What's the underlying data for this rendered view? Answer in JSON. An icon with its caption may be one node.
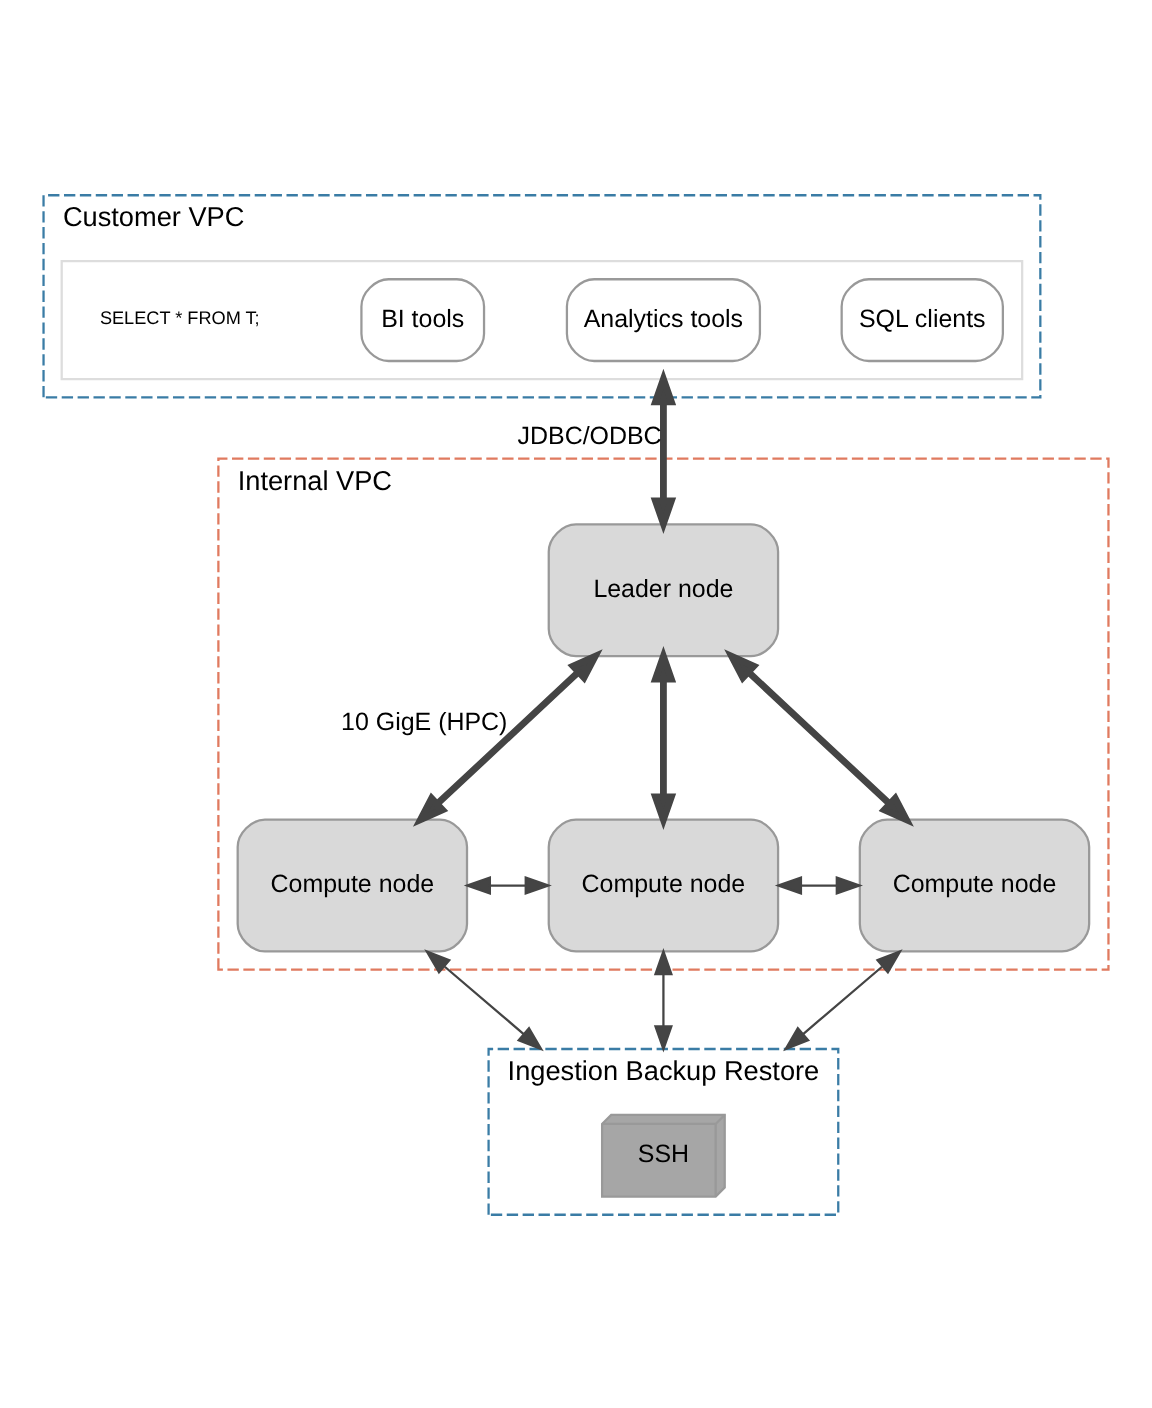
{
  "diagram": {
    "nodes": [
      {
        "text": [
          "Customer VPC"
        ]
      },
      {
        "text": [],
        "shape": "box",
        "in": 0
      },
      {
        "text": [
          "BI tools"
        ],
        "in": 1
      },
      {
        "text": [
          "Analytics tools"
        ],
        "in": 1
      },
      {
        "text": [
          "SQL clients"
        ],
        "in": 1
      },
      {
        "text": [
          "Internal VPC"
        ]
      },
      {
        "text": [
          "Leader node"
        ],
        "in": 5
      },
      {
        "text": [
          "Compute node"
        ],
        "in": 5
      },
      {
        "text": [
          "Compute node"
        ],
        "in": 5
      },
      {
        "text": [
          "Compute node"
        ],
        "in": 5
      },
      {
        "text": [
          "Ingestion Backup Restore"
        ]
      },
      {
        "text": [
          "SSH"
        ],
        "in": 10
      }
    ],
    "edges": [
      {
        "from": 1,
        "to": 6,
        "arrow": "both",
        "label": "JDBC/ODBC",
        "style": "thick"
      },
      {
        "from": 6,
        "to": 7,
        "arrow": "both",
        "label": "10 GigE (HPC)",
        "style": "thick"
      },
      {
        "from": 6,
        "to": 8,
        "arrow": "both",
        "style": "thick"
      },
      {
        "from": 6,
        "to": 9,
        "arrow": "both",
        "style": "thick"
      },
      {
        "from": 7,
        "to": 8,
        "arrow": "both"
      },
      {
        "from": 8,
        "to": 9,
        "arrow": "both"
      },
      {
        "from": 7,
        "to": 10,
        "arrow": "both"
      },
      {
        "from": 8,
        "to": 10,
        "arrow": "both"
      },
      {
        "from": 9,
        "to": 10,
        "arrow": "both"
      }
    ],
    "labels": [
      "SELECT * FROM T;"
    ]
  }
}
